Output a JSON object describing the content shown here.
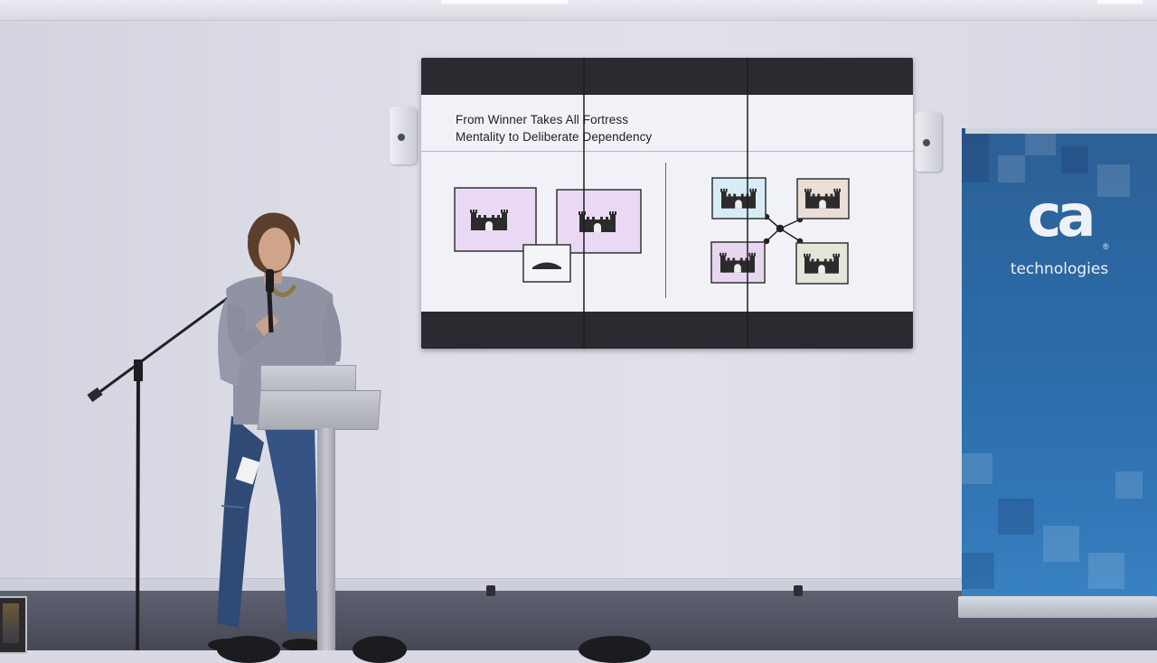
{
  "scene": "presentation-photo",
  "slide": {
    "title_line1": "From Winner Takes All Fortress",
    "title_line2": "Mentality to Deliberate Dependency",
    "left_diagram": {
      "boxes": [
        {
          "name": "castle-left",
          "fill": "#e9d9f4"
        },
        {
          "name": "castle-right",
          "fill": "#e9d9f4"
        },
        {
          "name": "bridge",
          "fill": "#f4f4f8"
        }
      ]
    },
    "right_diagram": {
      "boxes": [
        {
          "name": "castle-top-left",
          "fill": "#d8ecf6"
        },
        {
          "name": "castle-top-right",
          "fill": "#eadfd6"
        },
        {
          "name": "castle-bottom-left",
          "fill": "#e7d7ee"
        },
        {
          "name": "castle-bottom-right",
          "fill": "#e4e6da"
        }
      ]
    }
  },
  "banner": {
    "logo_mark": "ca",
    "logo_text": "technologies",
    "registered": "®",
    "color": "#2d6aa6"
  },
  "colors": {
    "wall": "#dddde8",
    "floor": "#4e505c",
    "screen_bezel": "#2a2a30",
    "slide_bg": "#f1f1f8"
  }
}
